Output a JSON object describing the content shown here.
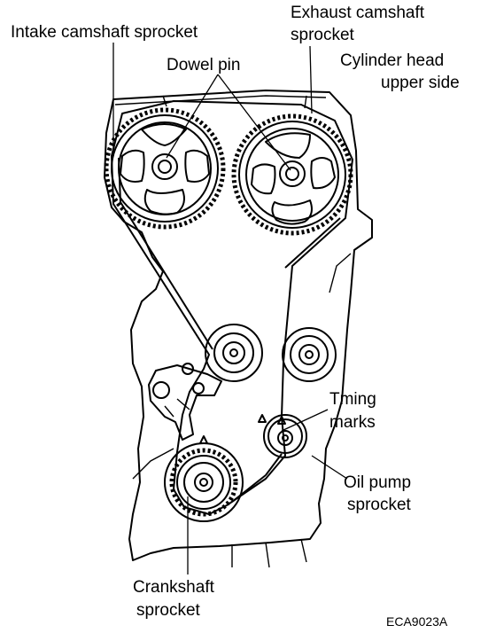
{
  "labels": {
    "intake_camshaft_sprocket": "Intake camshaft sprocket",
    "exhaust_camshaft_sprocket_line1": "Exhaust camshaft",
    "exhaust_camshaft_sprocket_line2": "sprocket",
    "dowel_pin": "Dowel pin",
    "cylinder_head_line1": "Cylinder  head",
    "cylinder_head_line2": "upper side",
    "timing_marks_line1": "Tming",
    "timing_marks_line2": "marks",
    "oil_pump_sprocket_line1": "Oil pump",
    "oil_pump_sprocket_line2": "sprocket",
    "crankshaft_sprocket_line1": "Crankshaft",
    "crankshaft_sprocket_line2": "sprocket"
  },
  "figure_code": "ECA9023A"
}
